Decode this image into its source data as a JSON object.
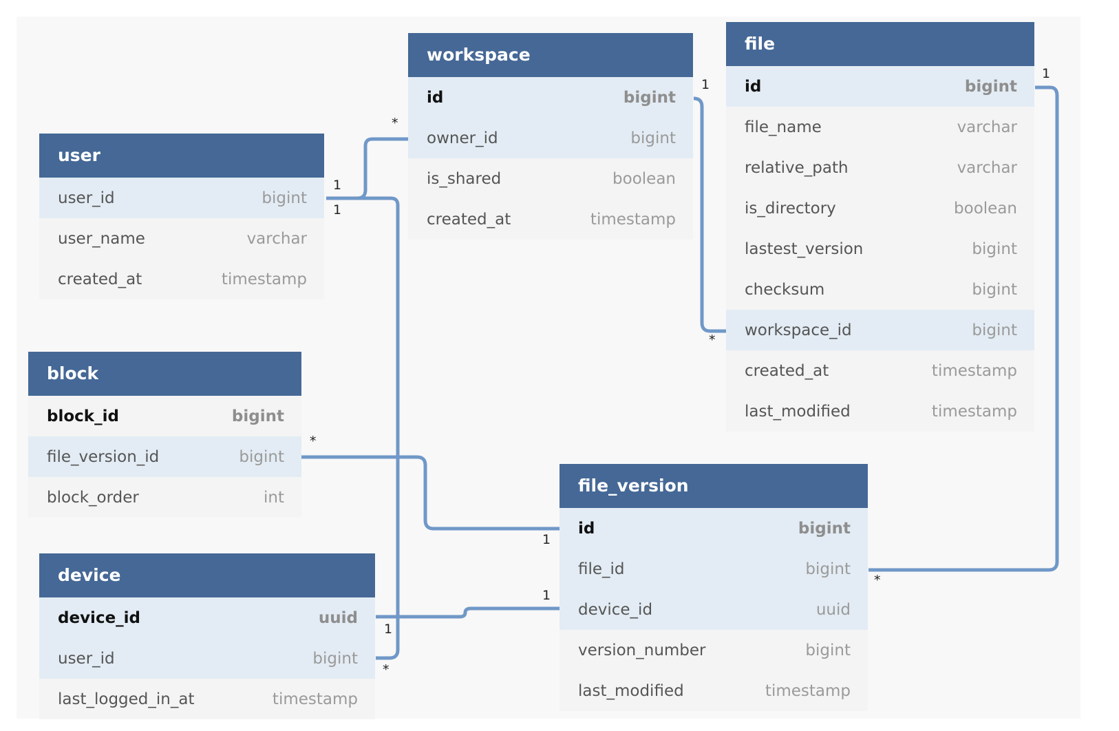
{
  "colors": {
    "header": "#456896",
    "link": "#7098c8",
    "highlight": "#e3ecf4"
  },
  "tables": {
    "user": {
      "name": "user",
      "cols": [
        {
          "name": "user_id",
          "type": "bigint"
        },
        {
          "name": "user_name",
          "type": "varchar"
        },
        {
          "name": "created_at",
          "type": "timestamp"
        }
      ]
    },
    "workspace": {
      "name": "workspace",
      "cols": [
        {
          "name": "id",
          "type": "bigint"
        },
        {
          "name": "owner_id",
          "type": "bigint"
        },
        {
          "name": "is_shared",
          "type": "boolean"
        },
        {
          "name": "created_at",
          "type": "timestamp"
        }
      ]
    },
    "file": {
      "name": "file",
      "cols": [
        {
          "name": "id",
          "type": "bigint"
        },
        {
          "name": "file_name",
          "type": "varchar"
        },
        {
          "name": "relative_path",
          "type": "varchar"
        },
        {
          "name": "is_directory",
          "type": "boolean"
        },
        {
          "name": "lastest_version",
          "type": "bigint"
        },
        {
          "name": "checksum",
          "type": "bigint"
        },
        {
          "name": "workspace_id",
          "type": "bigint"
        },
        {
          "name": "created_at",
          "type": "timestamp"
        },
        {
          "name": "last_modified",
          "type": "timestamp"
        }
      ]
    },
    "block": {
      "name": "block",
      "cols": [
        {
          "name": "block_id",
          "type": "bigint"
        },
        {
          "name": "file_version_id",
          "type": "bigint"
        },
        {
          "name": "block_order",
          "type": "int"
        }
      ]
    },
    "device": {
      "name": "device",
      "cols": [
        {
          "name": "device_id",
          "type": "uuid"
        },
        {
          "name": "user_id",
          "type": "bigint"
        },
        {
          "name": "last_logged_in_at",
          "type": "timestamp"
        }
      ]
    },
    "file_version": {
      "name": "file_version",
      "cols": [
        {
          "name": "id",
          "type": "bigint"
        },
        {
          "name": "file_id",
          "type": "bigint"
        },
        {
          "name": "device_id",
          "type": "uuid"
        },
        {
          "name": "version_number",
          "type": "bigint"
        },
        {
          "name": "last_modified",
          "type": "timestamp"
        }
      ]
    }
  },
  "relationships": [
    {
      "from": "workspace.owner_id",
      "to": "user.user_id",
      "from_card": "*",
      "to_card": "1"
    },
    {
      "from": "file.workspace_id",
      "to": "workspace.id",
      "from_card": "*",
      "to_card": "1"
    },
    {
      "from": "file_version.file_id",
      "to": "file.id",
      "from_card": "*",
      "to_card": "1"
    },
    {
      "from": "block.file_version_id",
      "to": "file_version.id",
      "from_card": "*",
      "to_card": "1"
    },
    {
      "from": "device.user_id",
      "to": "user.user_id",
      "from_card": "*",
      "to_card": "1"
    },
    {
      "from": "file_version.device_id",
      "to": "device.device_id",
      "from_card": "1",
      "to_card": "1"
    }
  ]
}
